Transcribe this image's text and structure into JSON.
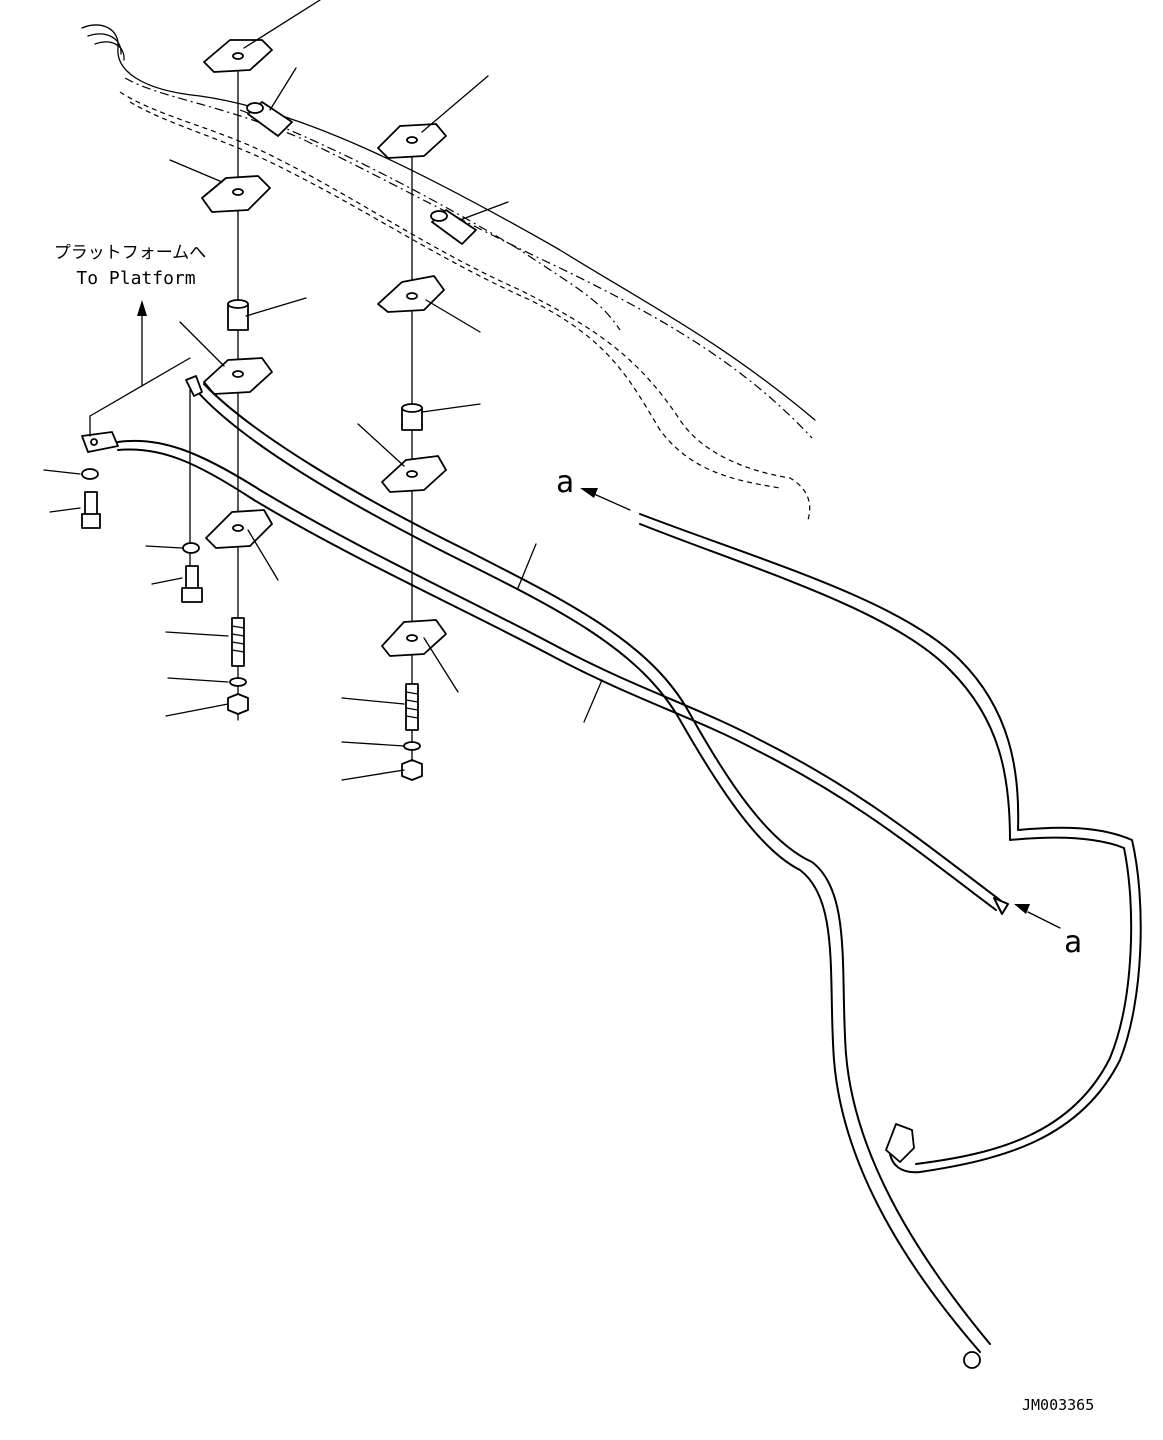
{
  "labels": {
    "platform_jp": "プラットフォームへ",
    "platform_en": "To Platform",
    "view_marker_top": "a",
    "view_marker_right": "a",
    "drawing_number": "JM003365"
  }
}
